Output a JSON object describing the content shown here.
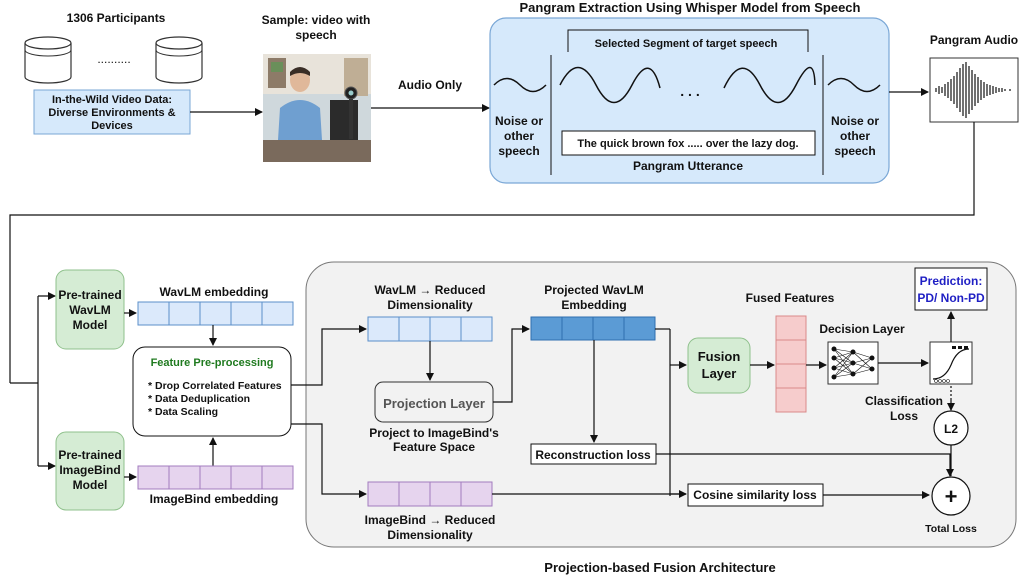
{
  "top": {
    "participants_label": "1306 Participants",
    "dots": "..........",
    "wild_data_lines": [
      "In-the-Wild Video Data:",
      "Diverse Environments &",
      "Devices"
    ],
    "sample_label_lines": [
      "Sample: video with",
      "speech"
    ],
    "audio_only_label": "Audio Only",
    "pangram_extraction_title": "Pangram Extraction Using Whisper Model from Speech",
    "selected_segment_label": "Selected Segment of target speech",
    "ellipsis": ". . .",
    "noise_left_lines": [
      "Noise or",
      "other",
      "speech"
    ],
    "noise_right_lines": [
      "Noise or",
      "other",
      "speech"
    ],
    "utterance_text": "The quick brown fox ..... over the lazy dog.",
    "pangram_utterance_label": "Pangram Utterance",
    "pangram_audio_label": "Pangram Audio"
  },
  "bottom": {
    "wavlm_model_lines": [
      "Pre-trained",
      "WavLM",
      "Model"
    ],
    "imagebind_model_lines": [
      "Pre-trained",
      "ImageBind",
      "Model"
    ],
    "wavlm_embedding_label": "WavLM embedding",
    "imagebind_embedding_label": "ImageBind embedding",
    "preprocessing_title": "Feature Pre-processing",
    "preprocessing_items": [
      "* Drop Correlated Features",
      "* Data Deduplication",
      "* Data Scaling"
    ],
    "wavlm_reduced_lines": [
      "WavLM → Reduced",
      "Dimensionality"
    ],
    "imagebind_reduced_lines": [
      "ImageBind → Reduced",
      "Dimensionality"
    ],
    "projection_layer_label": "Projection Layer",
    "project_to_lines": [
      "Project to ImageBind's",
      "Feature Space"
    ],
    "projected_wavlm_lines": [
      "Projected WavLM",
      "Embedding"
    ],
    "reconstruction_loss_label": "Reconstruction loss",
    "cosine_loss_label": "Cosine similarity loss",
    "fusion_layer_lines": [
      "Fusion",
      "Layer"
    ],
    "fused_features_label": "Fused Features",
    "decision_layer_label": "Decision Layer",
    "prediction_lines": [
      "Prediction:",
      "PD/ Non-PD"
    ],
    "classification_loss_lines": [
      "Classification",
      "Loss"
    ],
    "l2_label": "L2",
    "total_loss_label": "Total Loss",
    "plus_symbol": "+",
    "architecture_caption": "Projection-based Fusion Architecture"
  },
  "colors": {
    "blue_box": "#d6e9fb",
    "green_box": "#d5ecd4",
    "purple_box": "#e6d4ee",
    "pink_box": "#f6cccc",
    "dark_blue_cells": "#5b9bd5",
    "light_blue_cells": "#dbe9fb",
    "panel_bg": "#f2f2f2",
    "prediction_text": "#1f1fc4"
  },
  "icons": [
    "database-icon",
    "person-video-icon",
    "waveform-icon",
    "neural-network-icon",
    "sigmoid-plot-icon"
  ]
}
